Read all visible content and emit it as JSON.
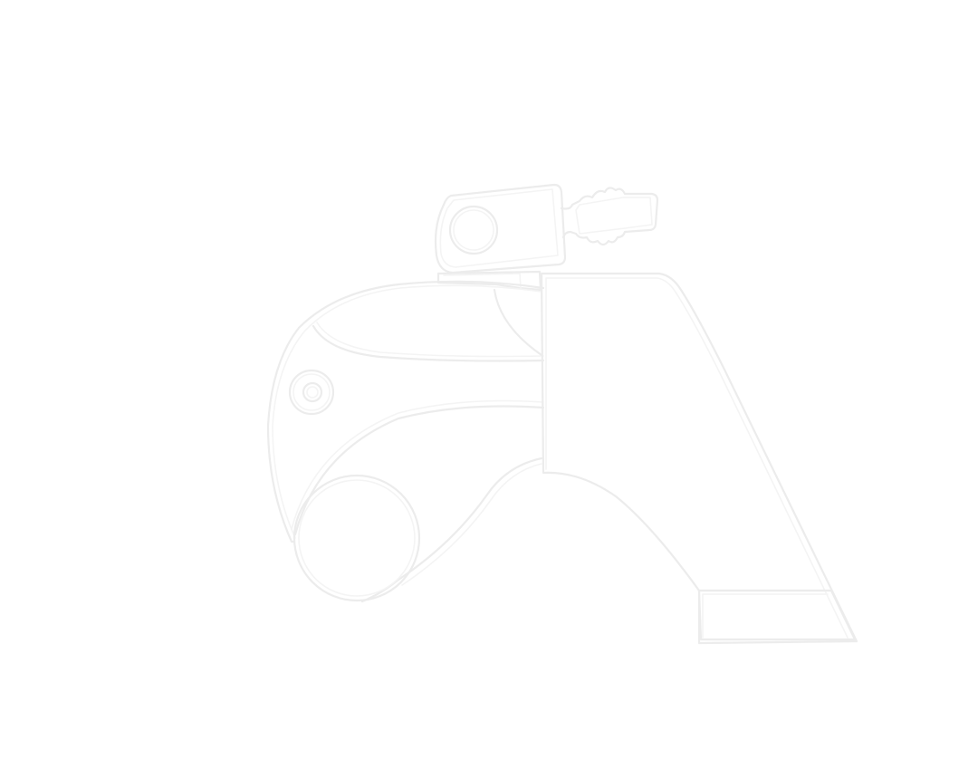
{
  "image": {
    "description": "Faint white-on-white line drawing of a square-drive hydraulic torque wrench",
    "background_color": "#ffffff",
    "line_color": "#ececec",
    "line_color_secondary": "#f4f4f4"
  },
  "parts": {
    "swivel_block": "swivel-manifold-block",
    "hose_coupler": "hydraulic-hose-coupler",
    "cylinder_body": "cylinder-housing",
    "release_button": "reaction-release-button",
    "drive_ring": "square-drive-ring",
    "reaction_arm": "reaction-arm",
    "reaction_foot": "reaction-arm-foot"
  }
}
